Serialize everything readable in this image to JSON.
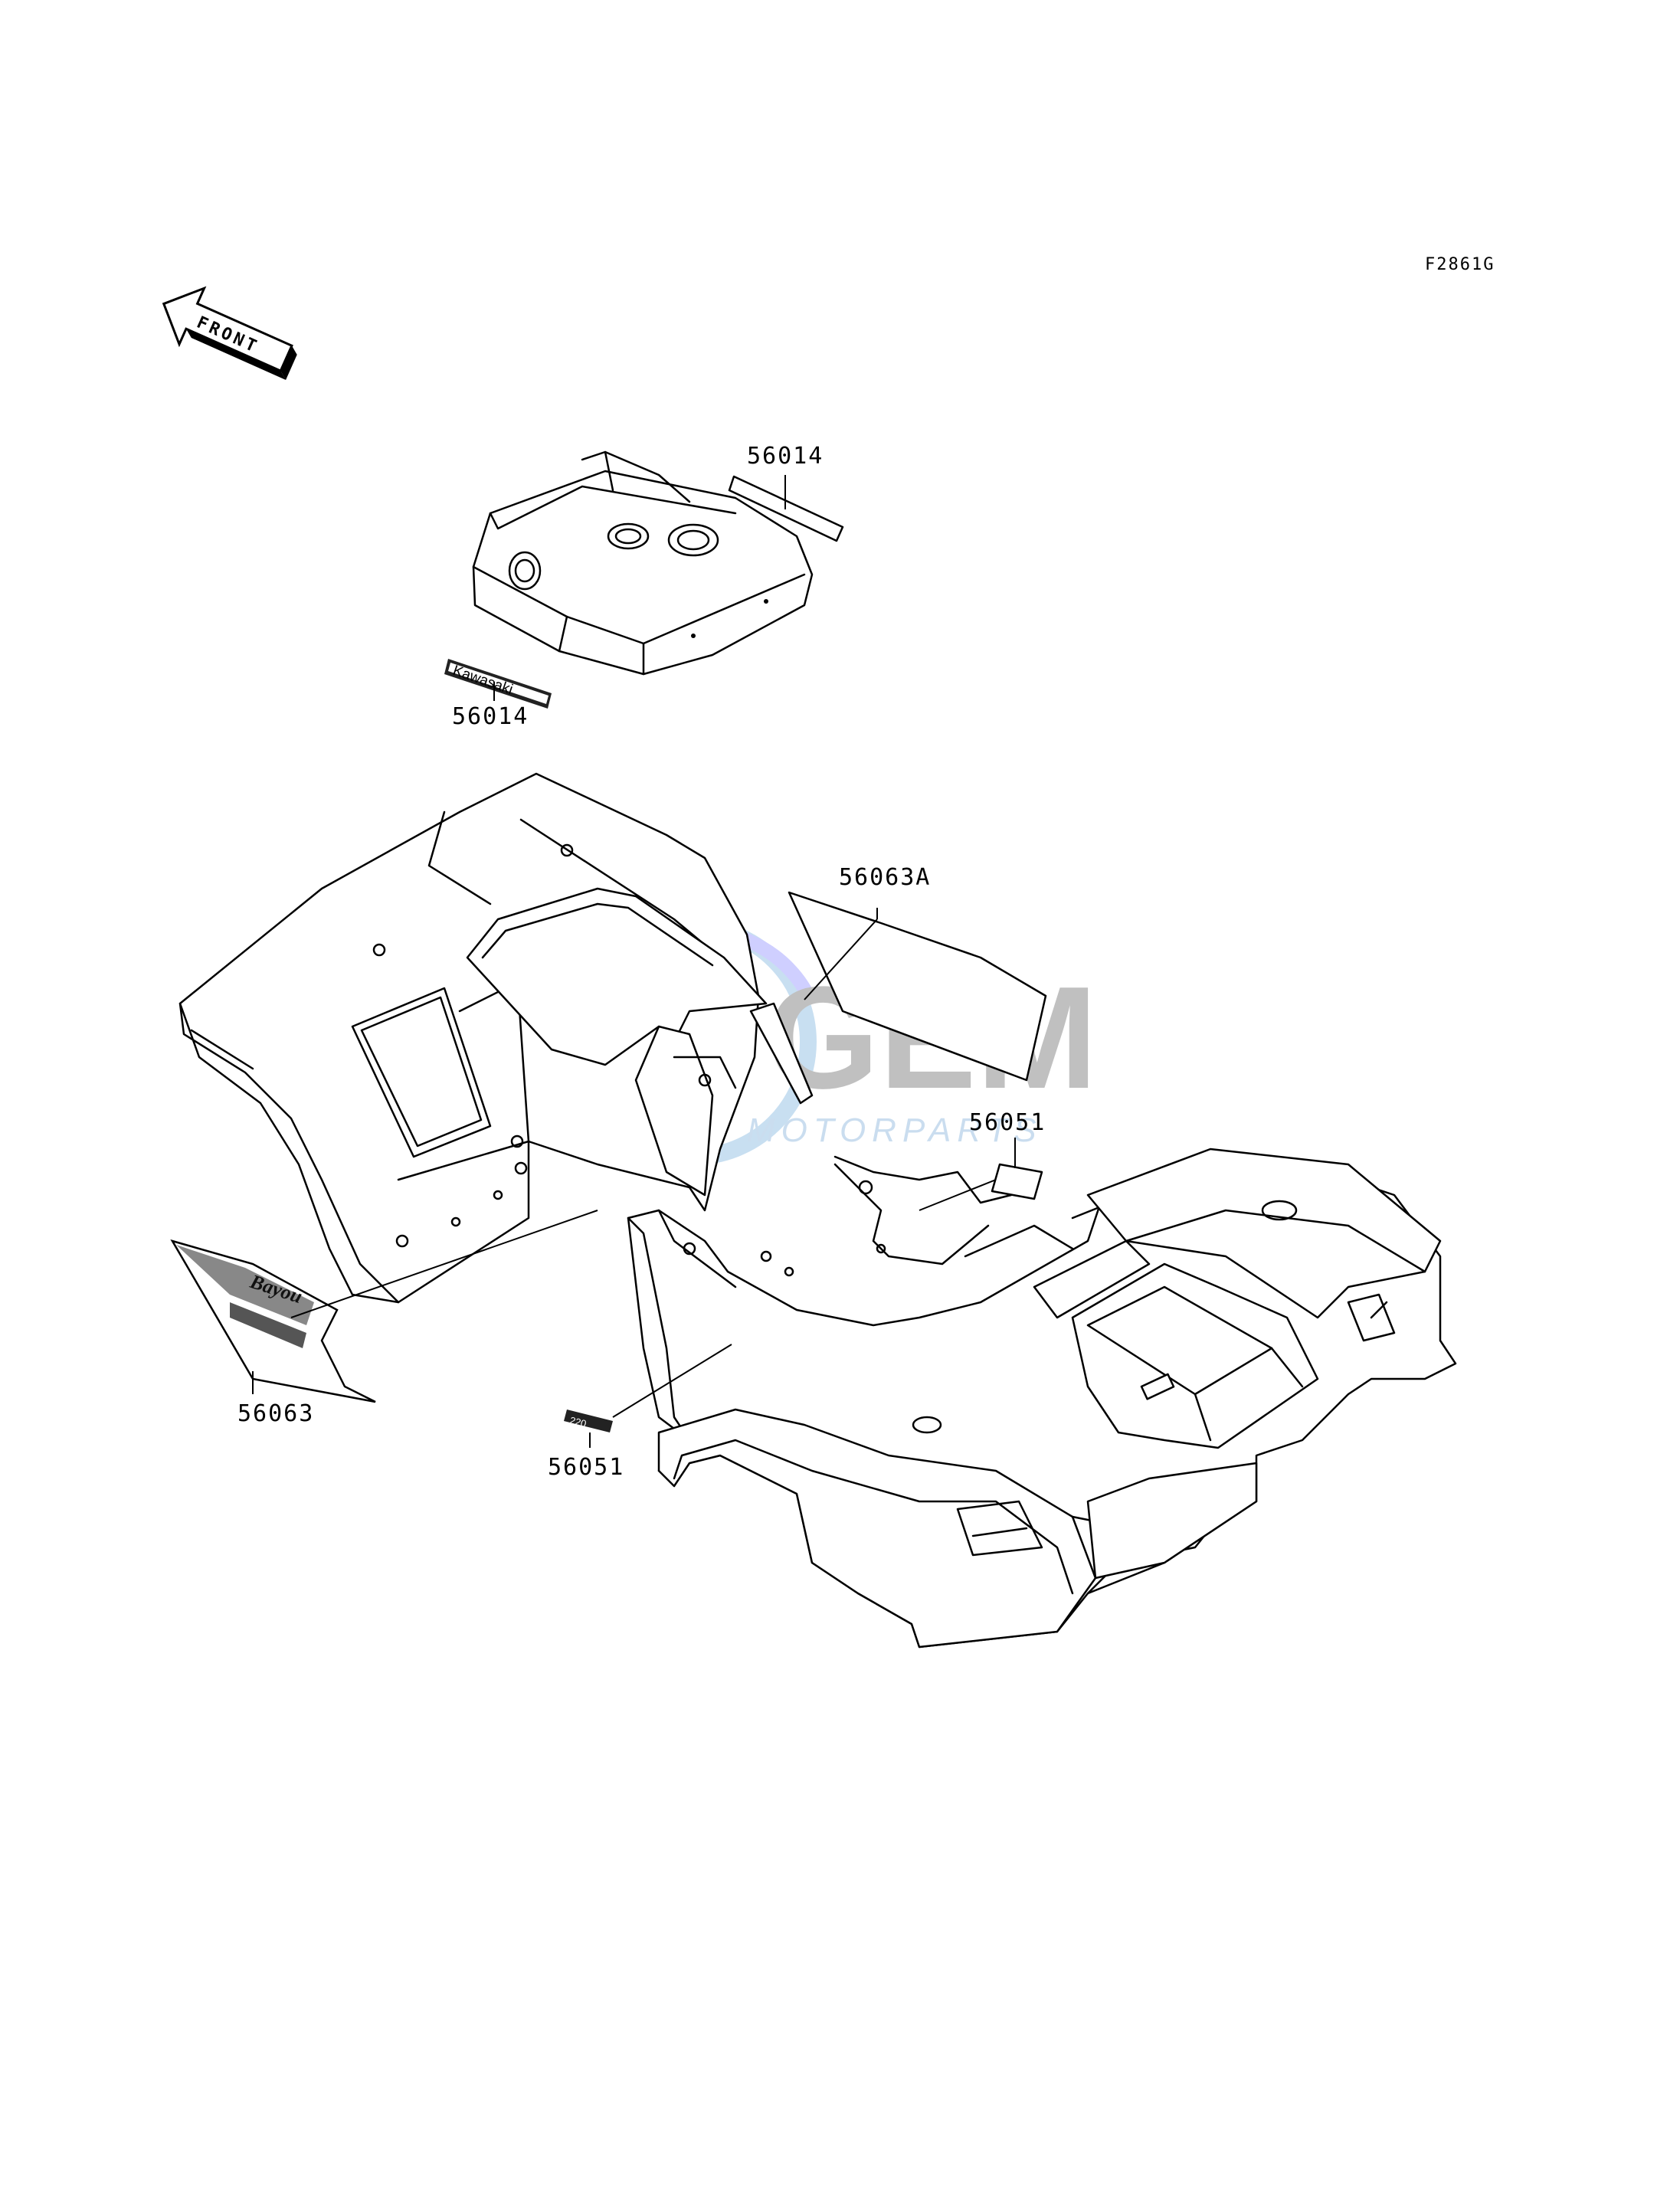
{
  "diagram": {
    "figure_code": "F2861G",
    "front_arrow_label": "FRONT",
    "watermark": {
      "brand_top": "GEM",
      "brand_bottom": "MOTORPARTS"
    },
    "parts": [
      {
        "id": "p1",
        "label": "56014"
      },
      {
        "id": "p2",
        "label": "56014"
      },
      {
        "id": "p3",
        "label": "56063A"
      },
      {
        "id": "p4",
        "label": "56051"
      },
      {
        "id": "p5",
        "label": "56063"
      },
      {
        "id": "p6",
        "label": "56051"
      }
    ],
    "decals": {
      "kawasaki": "Kawasaki",
      "bayou": "Bayou",
      "small": "220"
    },
    "colors": {
      "line": "#000000",
      "background": "#ffffff",
      "watermark_blue": "#7fb3dd",
      "watermark_gray": "#8e8e8e"
    }
  }
}
